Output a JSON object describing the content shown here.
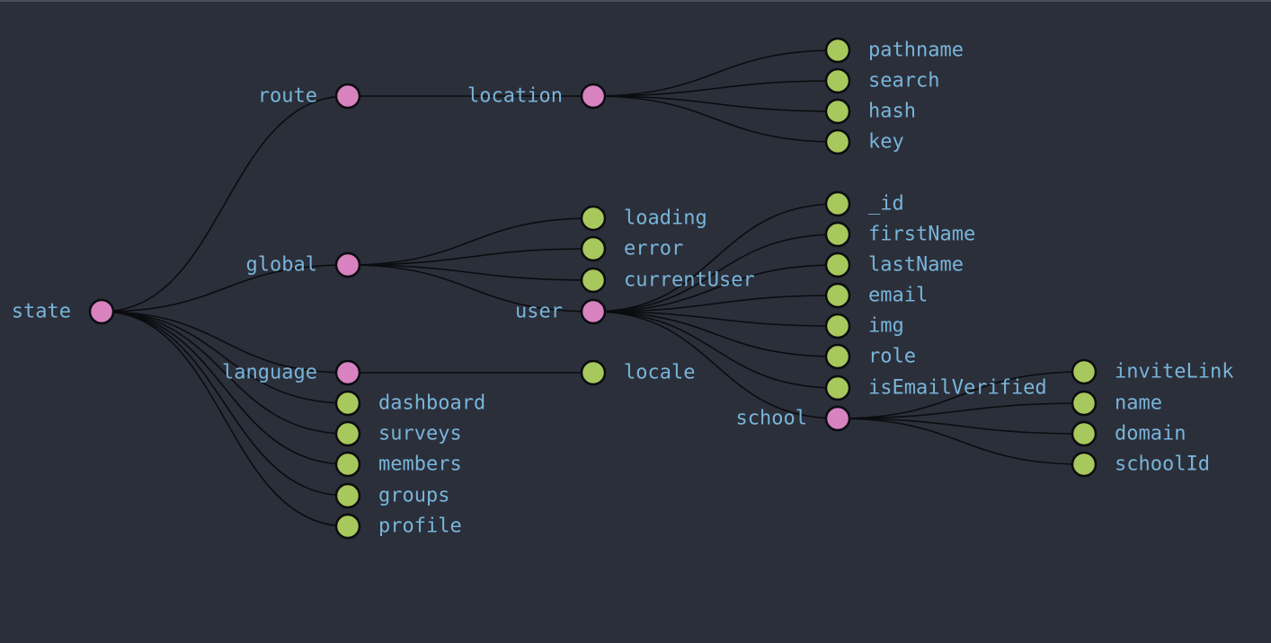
{
  "colors": {
    "background": "#2b2f3a",
    "edge": "#0b0c0f",
    "branch_node": "#d882c0",
    "leaf_node": "#a6c85c",
    "label": "#78b4d9"
  },
  "tree": {
    "name": "state",
    "children": [
      {
        "name": "route",
        "children": [
          {
            "name": "location",
            "children": [
              {
                "name": "pathname"
              },
              {
                "name": "search"
              },
              {
                "name": "hash"
              },
              {
                "name": "key"
              }
            ]
          }
        ]
      },
      {
        "name": "global",
        "children": [
          {
            "name": "loading"
          },
          {
            "name": "error"
          },
          {
            "name": "currentUser"
          },
          {
            "name": "user",
            "children": [
              {
                "name": "_id"
              },
              {
                "name": "firstName"
              },
              {
                "name": "lastName"
              },
              {
                "name": "email"
              },
              {
                "name": "img"
              },
              {
                "name": "role"
              },
              {
                "name": "isEmailVerified"
              },
              {
                "name": "school",
                "children": [
                  {
                    "name": "inviteLink"
                  },
                  {
                    "name": "name"
                  },
                  {
                    "name": "domain"
                  },
                  {
                    "name": "schoolId"
                  }
                ]
              }
            ]
          }
        ]
      },
      {
        "name": "language",
        "children": [
          {
            "name": "locale"
          }
        ]
      },
      {
        "name": "dashboard"
      },
      {
        "name": "surveys"
      },
      {
        "name": "members"
      },
      {
        "name": "groups"
      },
      {
        "name": "profile"
      }
    ]
  }
}
